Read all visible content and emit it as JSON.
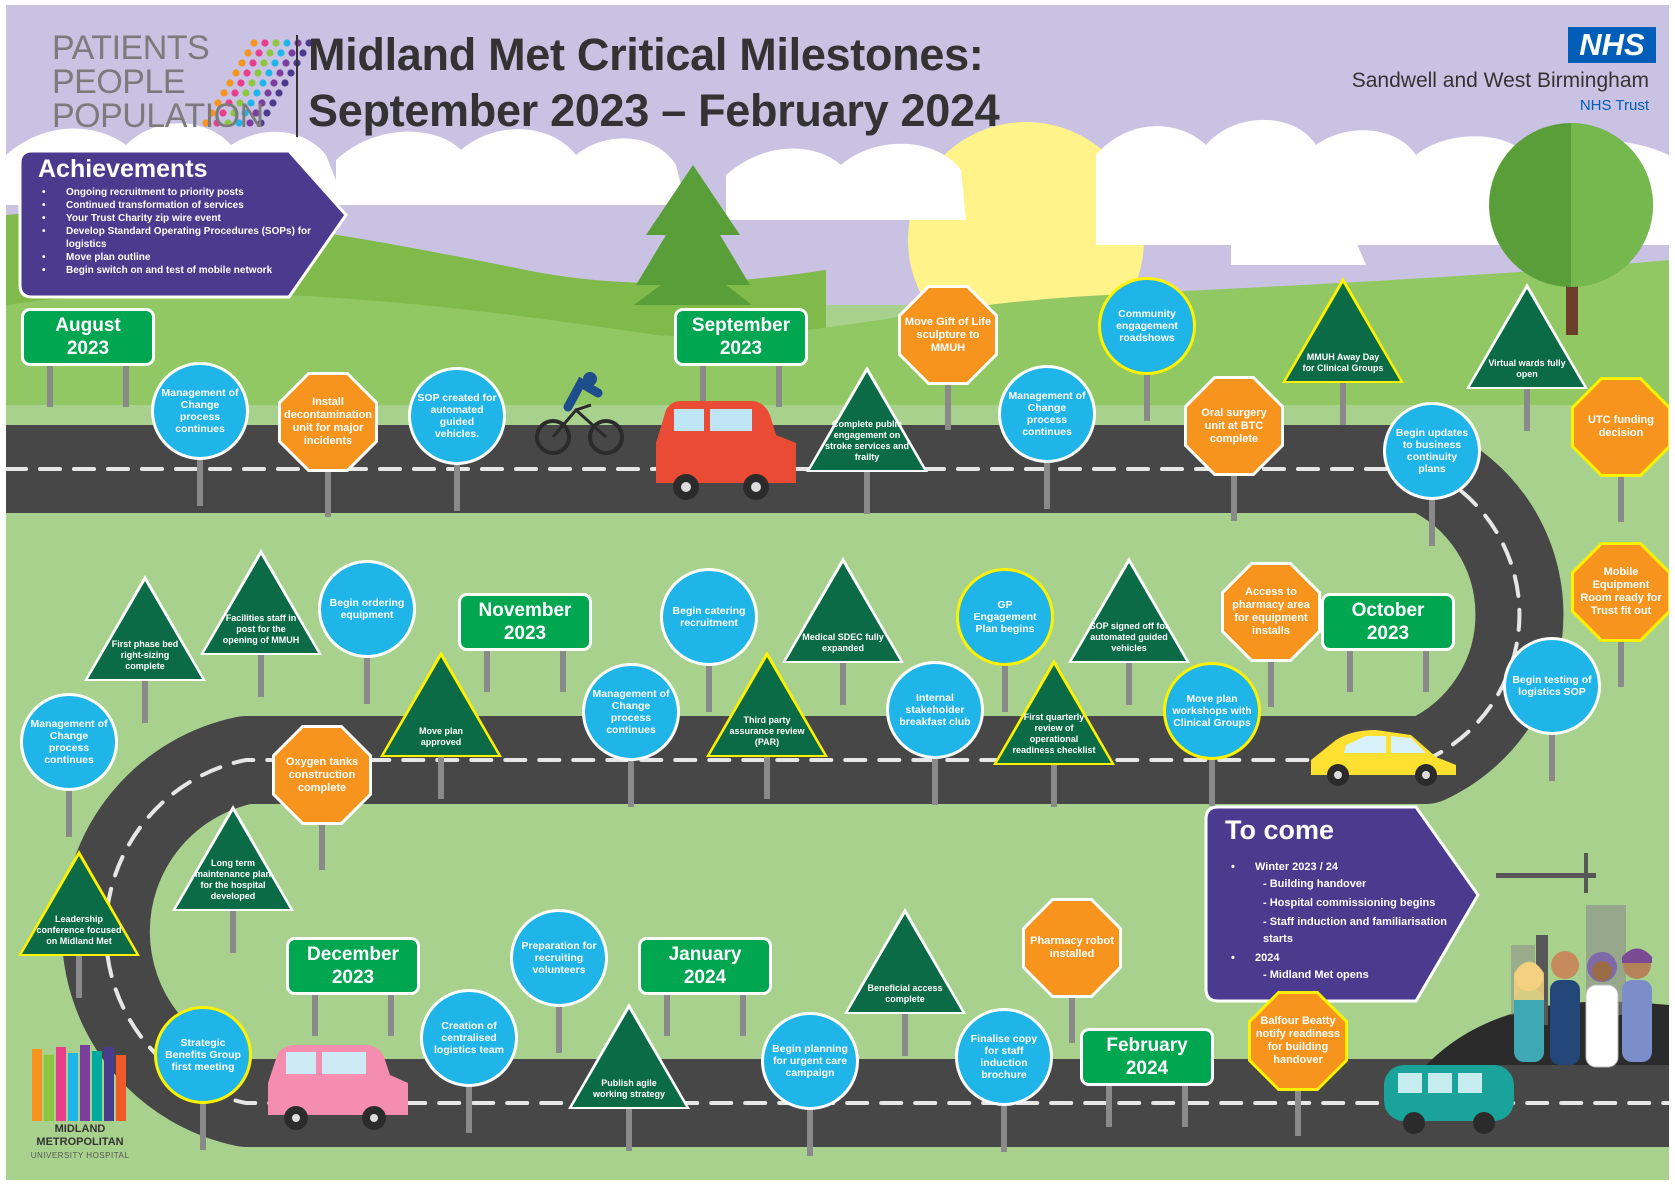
{
  "header": {
    "brand_lines": [
      "PATIENTS",
      "PEOPLE",
      "POPULATION"
    ],
    "title_line1": "Midland Met Critical Milestones:",
    "title_line2": "September 2023 – February 2024",
    "nhs_logo": "NHS",
    "trust_name": "Sandwell and West Birmingham",
    "trust_sub": "NHS Trust"
  },
  "achievements": {
    "title": "Achievements",
    "items": [
      "Ongoing recruitment to priority posts",
      "Continued transformation of services",
      "Your Trust Charity zip wire event",
      "Develop Standard Operating Procedures (SOPs) for logistics",
      "Move plan outline",
      "Begin switch on and test of mobile network"
    ]
  },
  "to_come": {
    "title": "To come",
    "items": [
      {
        "label": "Winter 2023 / 24",
        "subs": [
          "- Building handover",
          "- Hospital commissioning begins",
          "- Staff induction and familiarisation starts"
        ]
      },
      {
        "label": "2024",
        "subs": [
          "- Midland Met opens"
        ]
      }
    ]
  },
  "months": [
    {
      "line1": "August",
      "line2": "2023"
    },
    {
      "line1": "September",
      "line2": "2023"
    },
    {
      "line1": "October",
      "line2": "2023"
    },
    {
      "line1": "November",
      "line2": "2023"
    },
    {
      "line1": "December",
      "line2": "2023"
    },
    {
      "line1": "January",
      "line2": "2024"
    },
    {
      "line1": "February",
      "line2": "2024"
    }
  ],
  "milestones": [
    {
      "shape": "circle",
      "text": "Management of Change process continues"
    },
    {
      "shape": "octagon",
      "text": "Install decontamination unit for major incidents"
    },
    {
      "shape": "circle",
      "text": "SOP created for automated guided vehicles."
    },
    {
      "shape": "triangle",
      "text": "Complete public engagement on stroke services and frailty"
    },
    {
      "shape": "octagon",
      "text": "Move Gift of Life sculpture to MMUH"
    },
    {
      "shape": "circle",
      "text": "Management of Change process continues"
    },
    {
      "shape": "circle",
      "text": "Community engagement roadshows"
    },
    {
      "shape": "octagon",
      "text": "Oral surgery unit at BTC complete"
    },
    {
      "shape": "triangle",
      "text": "MMUH Away Day for Clinical Groups"
    },
    {
      "shape": "circle",
      "text": "Begin updates to business continuity plans"
    },
    {
      "shape": "triangle",
      "text": "Virtual wards fully open"
    },
    {
      "shape": "octagon",
      "text": "UTC funding decision"
    },
    {
      "shape": "octagon",
      "text": "Mobile Equipment Room ready for Trust fit out"
    },
    {
      "shape": "circle",
      "text": "Begin testing of logistics SOP"
    },
    {
      "shape": "octagon",
      "text": "Access to pharmacy area for equipment installs"
    },
    {
      "shape": "circle",
      "text": "Move plan workshops with Clinical Groups"
    },
    {
      "shape": "triangle",
      "text": "SOP signed off for automated guided vehicles"
    },
    {
      "shape": "triangle",
      "text": "First quarterly review of operational readiness checklist"
    },
    {
      "shape": "circle",
      "text": "GP Engagement Plan begins"
    },
    {
      "shape": "circle",
      "text": "Internal stakeholder breakfast club"
    },
    {
      "shape": "triangle",
      "text": "Medical SDEC fully expanded"
    },
    {
      "shape": "triangle",
      "text": "Third party assurance review (PAR)"
    },
    {
      "shape": "circle",
      "text": "Begin catering recruitment"
    },
    {
      "shape": "circle",
      "text": "Management of Change process continues"
    },
    {
      "shape": "triangle",
      "text": "Move plan approved"
    },
    {
      "shape": "circle",
      "text": "Begin ordering equipment"
    },
    {
      "shape": "triangle",
      "text": "Facilities staff in post for the opening of MMUH"
    },
    {
      "shape": "triangle",
      "text": "First phase bed right-sizing complete"
    },
    {
      "shape": "circle",
      "text": "Management of Change process continues"
    },
    {
      "shape": "octagon",
      "text": "Oxygen tanks construction complete"
    },
    {
      "shape": "triangle",
      "text": "Long term maintenance plan for the hospital developed"
    },
    {
      "shape": "triangle",
      "text": "Leadership conference focused on Midland Met"
    },
    {
      "shape": "circle",
      "text": "Strategic Benefits Group first meeting"
    },
    {
      "shape": "circle",
      "text": "Creation of centralised logistics team"
    },
    {
      "shape": "circle",
      "text": "Preparation for recruiting volunteers"
    },
    {
      "shape": "triangle",
      "text": "Publish agile working strategy"
    },
    {
      "shape": "circle",
      "text": "Begin planning for urgent care campaign"
    },
    {
      "shape": "triangle",
      "text": "Beneficial access complete"
    },
    {
      "shape": "circle",
      "text": "Finalise copy for staff induction brochure"
    },
    {
      "shape": "octagon",
      "text": "Pharmacy robot installed"
    },
    {
      "shape": "octagon",
      "text": "Balfour Beatty notify readiness for building handover"
    }
  ],
  "footer_logo": {
    "name_line1": "MIDLAND",
    "name_line2": "METROPOLITAN",
    "sub": "UNIVERSITY HOSPITAL"
  },
  "colors": {
    "sky": "#c9c2e2",
    "grass": "#a9d18e",
    "road": "#474747",
    "month_green": "#00a650",
    "panel_purple": "#4a3b8f",
    "circle_blue": "#1fb5e8",
    "octagon_orange": "#f7941d",
    "triangle_green": "#0b6b47",
    "nhs_blue": "#005eb8"
  }
}
